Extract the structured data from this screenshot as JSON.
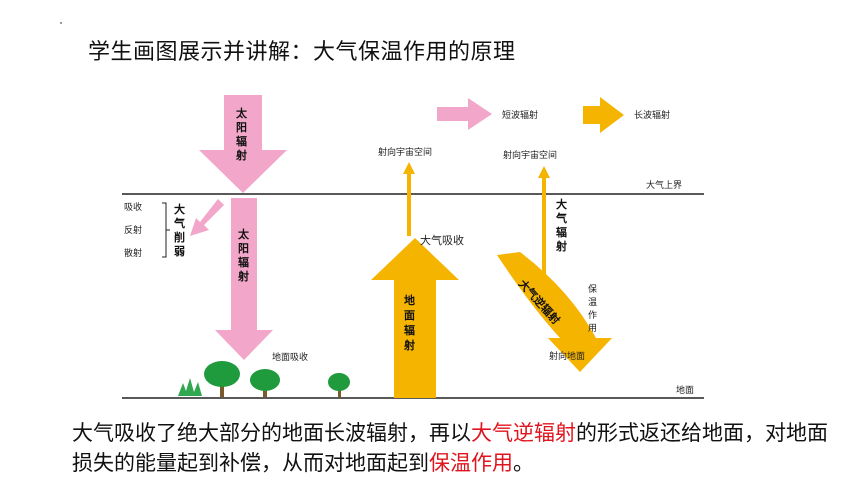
{
  "heading": "学生画图展示并讲解：大气保温作用的原理",
  "legend": {
    "short_wave": "短波辐射",
    "long_wave": "长波辐射"
  },
  "labels": {
    "solar_top": [
      "太",
      "阳",
      "辐",
      "射"
    ],
    "solar_mid": [
      "太",
      "阳",
      "辐",
      "射"
    ],
    "atmosphere_top": "大气上界",
    "ground": "地面",
    "absorb": "吸收",
    "reflect": "反射",
    "scatter": "散射",
    "weaken": [
      "大",
      "气",
      "削",
      "弱"
    ],
    "ground_absorb": "地面吸收",
    "to_space_left": "射向宇宙空间",
    "to_space_right": "射向宇宙空间",
    "atm_absorb": "大气吸收",
    "ground_rad": [
      "地",
      "面",
      "辐",
      "射"
    ],
    "atm_rad": [
      "大",
      "气",
      "辐",
      "射"
    ],
    "counter_rad": "大气逆辐射",
    "toward_ground": "射向地面",
    "insulation": [
      "保",
      "温",
      "作",
      "用"
    ]
  },
  "caption": {
    "part1": "大气吸收了绝大部分的地面长波辐射，再以",
    "highlight1": "大气逆辐射",
    "part2": "的形式返还给地面，对地面损失的能量起到补偿，从而对地面起到",
    "highlight2": "保温作用",
    "part3": "。"
  },
  "colors": {
    "pink": "#f2a6c9",
    "orange": "#f5b400",
    "highlight": "#e0141e"
  }
}
